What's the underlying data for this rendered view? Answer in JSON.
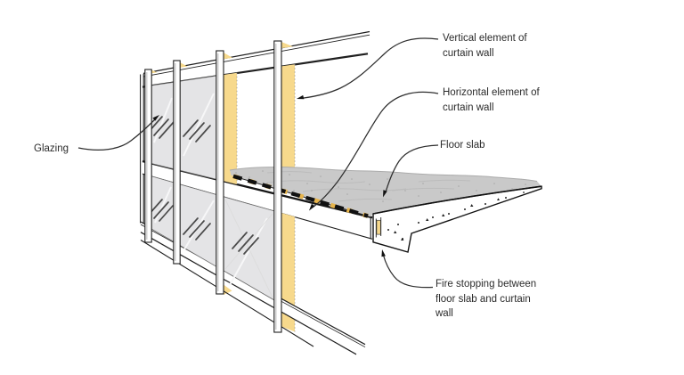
{
  "labels": {
    "glazing": {
      "lines": [
        "Glazing"
      ]
    },
    "vertical_element": {
      "lines": [
        "Vertical element of",
        "curtain wall"
      ]
    },
    "horizontal_element": {
      "lines": [
        "Horizontal element of",
        "curtain wall"
      ]
    },
    "floor_slab": {
      "lines": [
        "Floor slab"
      ]
    },
    "fire_stopping": {
      "lines": [
        "Fire stopping between",
        "floor slab and curtain",
        "wall"
      ]
    }
  },
  "colors": {
    "highlight_yellow": "#F7D98C",
    "dash_yellow": "#E8B54B",
    "glass_gray": "#E4E4E6",
    "slab_gray": "#C9C9C9",
    "outline_dark": "#1F1F1F",
    "label_text": "#2B2B2B",
    "background": "#FFFFFF"
  }
}
